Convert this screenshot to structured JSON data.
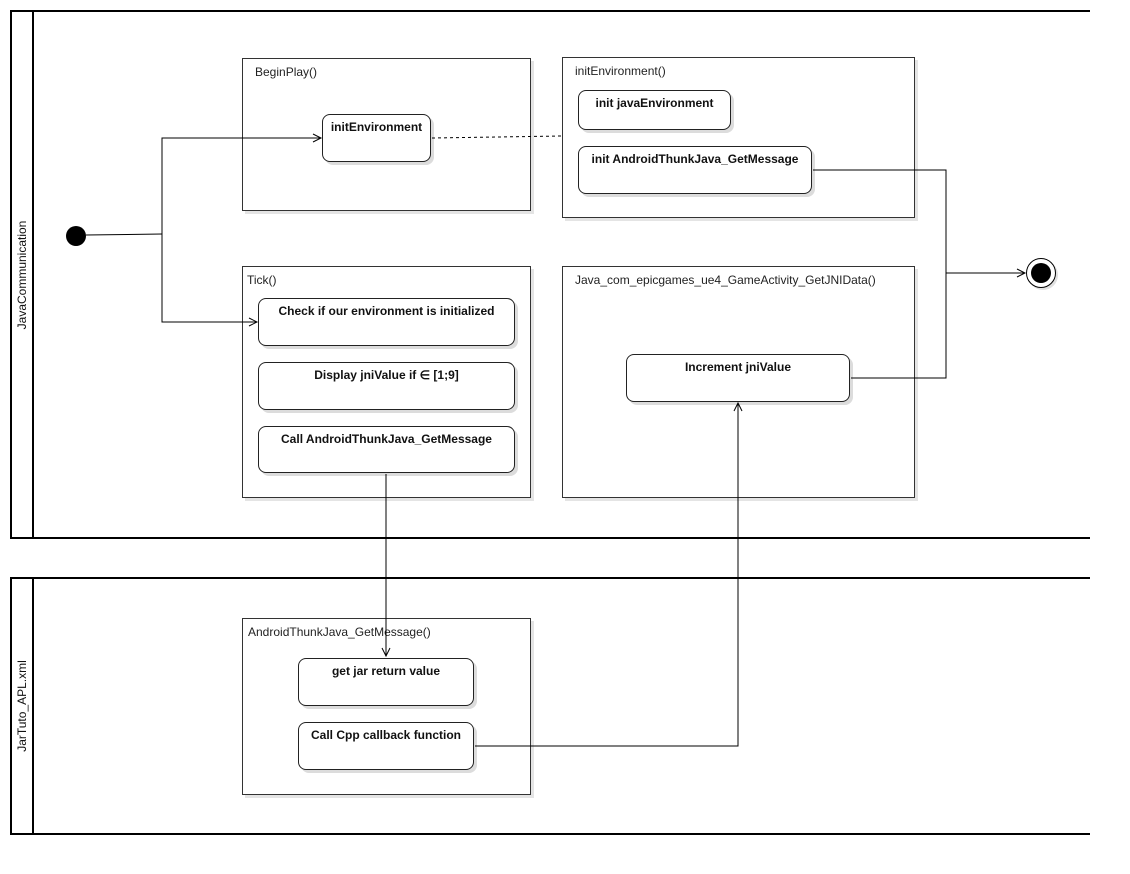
{
  "lanes": {
    "java": {
      "label": "JavaCommunication"
    },
    "jar": {
      "label": "JarTuto_APL.xml"
    }
  },
  "frames": {
    "beginplay": {
      "title": "BeginPlay()",
      "actions": [
        "initEnvironment"
      ]
    },
    "initenv": {
      "title": "initEnvironment()",
      "actions": [
        "init javaEnvironment",
        "init AndroidThunkJava_GetMessage"
      ]
    },
    "tick": {
      "title": "Tick()",
      "actions": [
        "Check if our environment is initialized",
        "Display jniValue if ∈ [1;9]",
        "Call AndroidThunkJava_GetMessage"
      ]
    },
    "jnidata": {
      "title": "Java_com_epicgames_ue4_GameActivity_GetJNIData()",
      "actions": [
        "Increment jniValue"
      ]
    },
    "getmessage": {
      "title": "AndroidThunkJava_GetMessage()",
      "actions": [
        "get jar return value",
        "Call Cpp callback function"
      ]
    }
  },
  "colors": {
    "stroke": "#000000",
    "shadow": "#e4e4e4"
  }
}
